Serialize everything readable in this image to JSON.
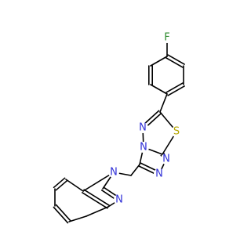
{
  "colors": {
    "bond": "#000000",
    "background": "#ffffff",
    "N": "#2f2fd6",
    "S": "#b5a600",
    "F": "#2e8b2e"
  },
  "molecule": {
    "atoms": [
      {
        "id": "F",
        "element": "F",
        "label": "F"
      },
      {
        "id": "S",
        "element": "S",
        "label": "S"
      },
      {
        "id": "N_td",
        "element": "N",
        "label": "N"
      },
      {
        "id": "N_bridge",
        "element": "N",
        "label": "N"
      },
      {
        "id": "N_tr1",
        "element": "N",
        "label": "N"
      },
      {
        "id": "N_tr2",
        "element": "N",
        "label": "N"
      },
      {
        "id": "N_bim1",
        "element": "N",
        "label": "N"
      },
      {
        "id": "N_bim3",
        "element": "N",
        "label": "N"
      }
    ]
  }
}
